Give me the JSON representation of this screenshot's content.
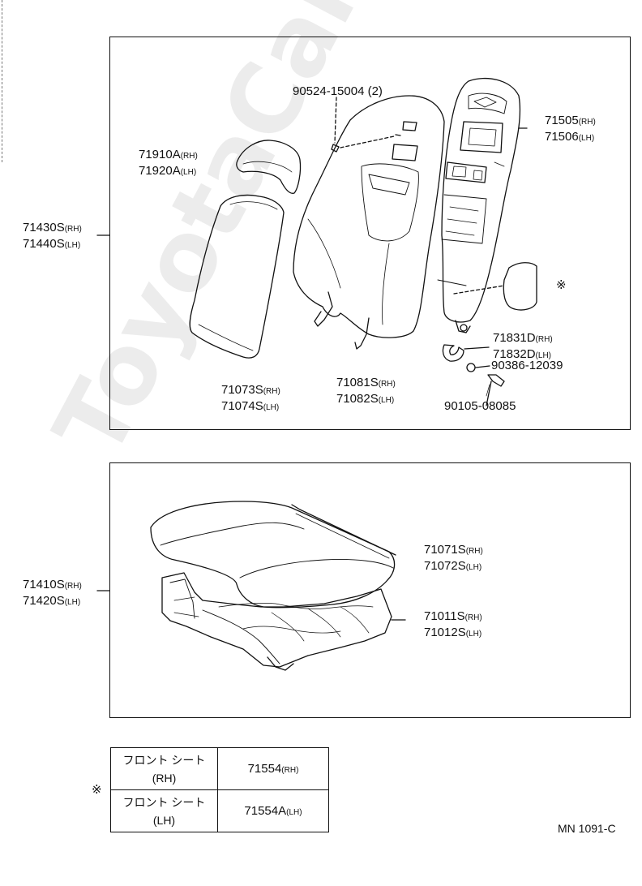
{
  "watermark": "ToyotaCarWiring.ru",
  "upper_group": {
    "assembly": {
      "rh": "71430S",
      "rh_sfx": "(RH)",
      "lh": "71440S",
      "lh_sfx": "(LH)"
    },
    "headrest": {
      "rh": "71910A",
      "rh_sfx": "(RH)",
      "lh": "71920A",
      "lh_sfx": "(LH)"
    },
    "clip": {
      "part": "90524-15004",
      "qty": "(2)"
    },
    "back_frame": {
      "rh": "71505",
      "rh_sfx": "(RH)",
      "lh": "71506",
      "lh_sfx": "(LH)"
    },
    "back_cover": {
      "rh": "71073S",
      "rh_sfx": "(RH)",
      "lh": "71074S",
      "lh_sfx": "(LH)"
    },
    "back_pad": {
      "rh": "71081S",
      "rh_sfx": "(RH)",
      "lh": "71082S",
      "lh_sfx": "(LH)"
    },
    "hinge": {
      "rh": "71831D",
      "rh_sfx": "(RH)",
      "lh": "71832D",
      "lh_sfx": "(LH)"
    },
    "nut": "90386-12039",
    "bolt": "90105-08085",
    "note_symbol": "※"
  },
  "lower_group": {
    "assembly": {
      "rh": "71410S",
      "rh_sfx": "(RH)",
      "lh": "71420S",
      "lh_sfx": "(LH)"
    },
    "cushion_cover": {
      "rh": "71071S",
      "rh_sfx": "(RH)",
      "lh": "71072S",
      "lh_sfx": "(LH)"
    },
    "cushion_frame": {
      "rh": "71011S",
      "rh_sfx": "(RH)",
      "lh": "71012S",
      "lh_sfx": "(LH)"
    }
  },
  "legend": {
    "symbol": "※",
    "rows": [
      {
        "desc_line1": "フロント シート",
        "desc_line2": "(RH)",
        "part": "71554",
        "part_sfx": "(RH)"
      },
      {
        "desc_line1": "フロント シート",
        "desc_line2": "(LH)",
        "part": "71554A",
        "part_sfx": "(LH)"
      }
    ]
  },
  "diagram_code": "MN 1091-C"
}
